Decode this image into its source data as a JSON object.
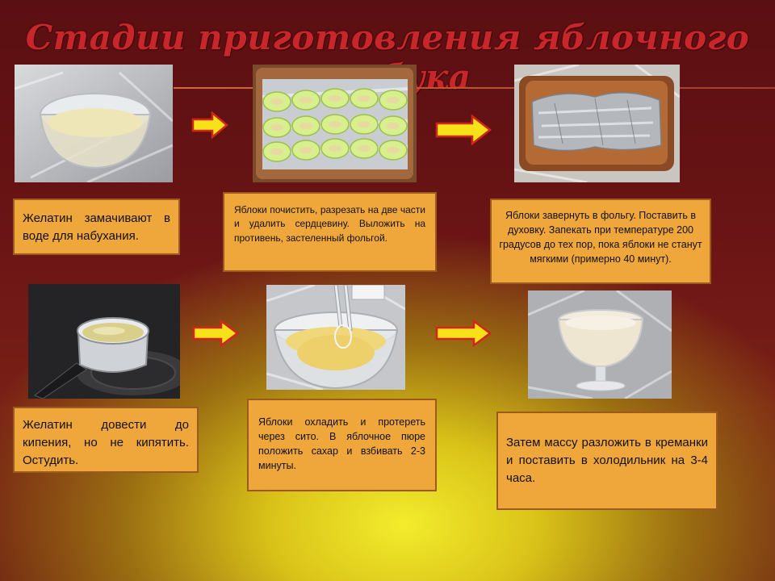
{
  "title": "Стадии приготовления яблочного самбука",
  "steps": [
    {
      "text": "Желатин замачивают в воде для набухания."
    },
    {
      "text": "Яблоки почистить, разрезать на две части и удалить сердцевину. Выложить на противень, застеленный фольгой."
    },
    {
      "text": "Яблоки завернуть в фольгу. Поставить в духовку. Запекать при температуре 200 градусов до тех пор, пока яблоки не станут мягкими (примерно 40 минут)."
    },
    {
      "text": "Желатин довести до кипения, но не кипятить. Остудить."
    },
    {
      "text": "Яблоки охладить и протереть через сито. В яблочное пюре положить сахар и взбивать 2-3 минуты."
    },
    {
      "text": "Затем массу разложить в креманки и поставить в холодильник на 3-4 часа."
    }
  ],
  "colors": {
    "title": "#c8262a",
    "card_bg": "#efa63a",
    "card_border": "#9c5a1e",
    "arrow_fill": "#f7e21a",
    "arrow_stroke": "#d3261a"
  },
  "icons": {
    "arrow": "right-arrow-icon"
  }
}
